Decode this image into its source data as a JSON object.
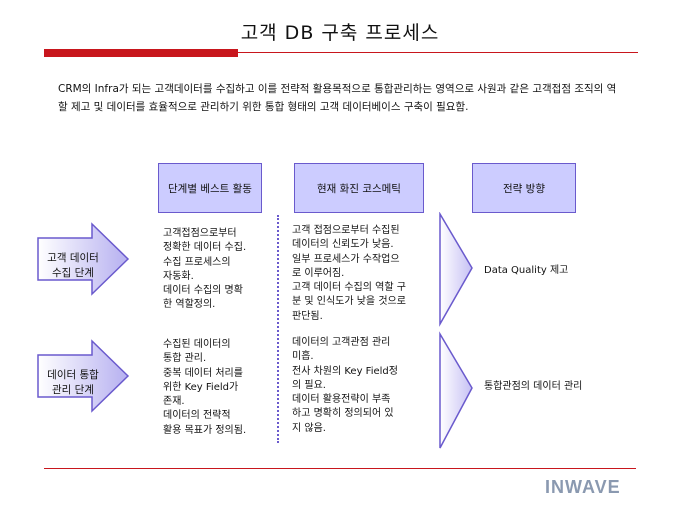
{
  "title": "고객 DB 구축 프로세스",
  "intro": "CRM의 Infra가 되는 고객데이터를 수집하고 이를 전략적 활용목적으로 통합관리하는 영역으로 사원과 같은 고객접점 조직의 역할 제고 및 데이터를 효율적으로 관리하기 위한 통합 형태의 고객 데이터베이스 구축이 필요함.",
  "columns": {
    "best": "단계별 베스트 활동",
    "current": "현재 화진 코스메틱",
    "strategy": "전략 방향"
  },
  "stages": [
    {
      "label_line1": "고객 데이터",
      "label_line2": "수집 단계",
      "best": "고객접점으로부터\n정확한 데이터 수집.\n수집 프로세스의\n자동화.\n데이터 수집의 명확\n한 역할정의.",
      "current": "고객 접점으로부터 수집된\n데이터의 신뢰도가 낮음.\n일부 프로세스가 수작업으\n로 이루어짐.\n고객 데이터 수집의 역할 구\n분 및 인식도가 낮을 것으로\n판단됨.",
      "strategy": "Data Quality 제고"
    },
    {
      "label_line1": "데이터 통합",
      "label_line2": "관리 단계",
      "best": "수집된 데이터의\n통합 관리.\n중복 데이터 처리를\n위한 Key Field가\n존재.\n데이터의 전략적\n활용 목표가 정의됨.",
      "current": "데이터의 고객관점 관리\n미흡.\n전사 차원의 Key Field정\n의 필요.\n데이터 활용전략이 부족\n하고 명확히 정의되어 있\n지 않음.",
      "strategy": "통합관점의 데이터 관리"
    }
  ],
  "logo": "INWAVE",
  "colors": {
    "accent_red": "#c8161d",
    "box_fill": "#ccccff",
    "box_border": "#6a5acd",
    "logo": "#8a99b0"
  }
}
